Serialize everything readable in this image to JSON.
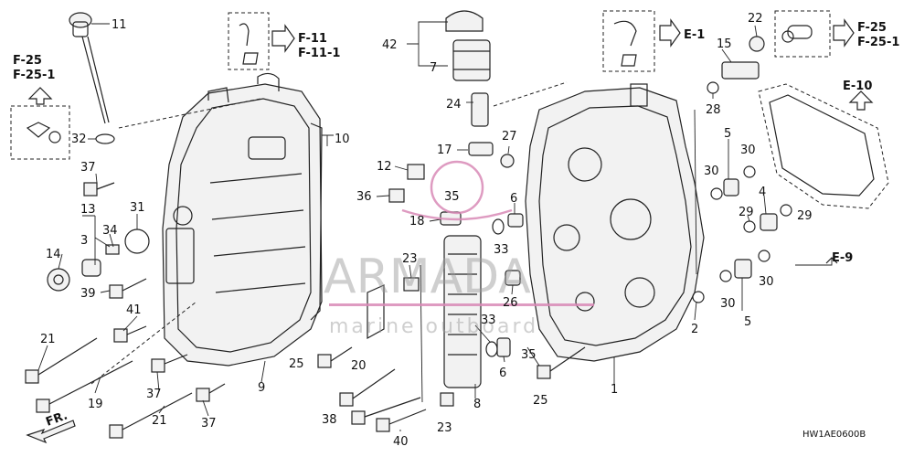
{
  "diagram": {
    "code": "HW1AE0600B",
    "front_label": "FR.",
    "watermark": {
      "brand": "ARMADA",
      "sub": "marine outboard",
      "color": "#c8679a"
    },
    "refs": {
      "f25": "F-25",
      "f251": "F-25-1",
      "f11": "F-11",
      "f111": "F-11-1",
      "e1": "E-1",
      "e10": "E-10",
      "e9": "E-9"
    },
    "callouts": {
      "c11": "11",
      "c32": "32",
      "c37a": "37",
      "c13": "13",
      "c34": "34",
      "c31": "31",
      "c3": "3",
      "c14": "14",
      "c39": "39",
      "c41": "41",
      "c21a": "21",
      "c19": "19",
      "c37b": "37",
      "c21b": "21",
      "c37c": "37",
      "c9": "9",
      "c10": "10",
      "c42": "42",
      "c7": "7",
      "c24": "24",
      "c27": "27",
      "c17": "17",
      "c12": "12",
      "c36": "36",
      "c35a": "35",
      "c18": "18",
      "c6a": "6",
      "c33a": "33",
      "c23a": "23",
      "c26": "26",
      "c33b": "33",
      "c25a": "25",
      "c20": "20",
      "c38": "38",
      "c22": "22",
      "c40": "40",
      "c23b": "23",
      "c8": "8",
      "c6b": "6",
      "c35b": "35",
      "c25b": "25",
      "c1": "1",
      "c15": "15",
      "c28": "28",
      "c5a": "5",
      "c30a": "30",
      "c30b": "30",
      "c4": "4",
      "c29a": "29",
      "c29b": "29",
      "c30c": "30",
      "c30d": "30",
      "c5b": "5",
      "c2": "2"
    }
  }
}
